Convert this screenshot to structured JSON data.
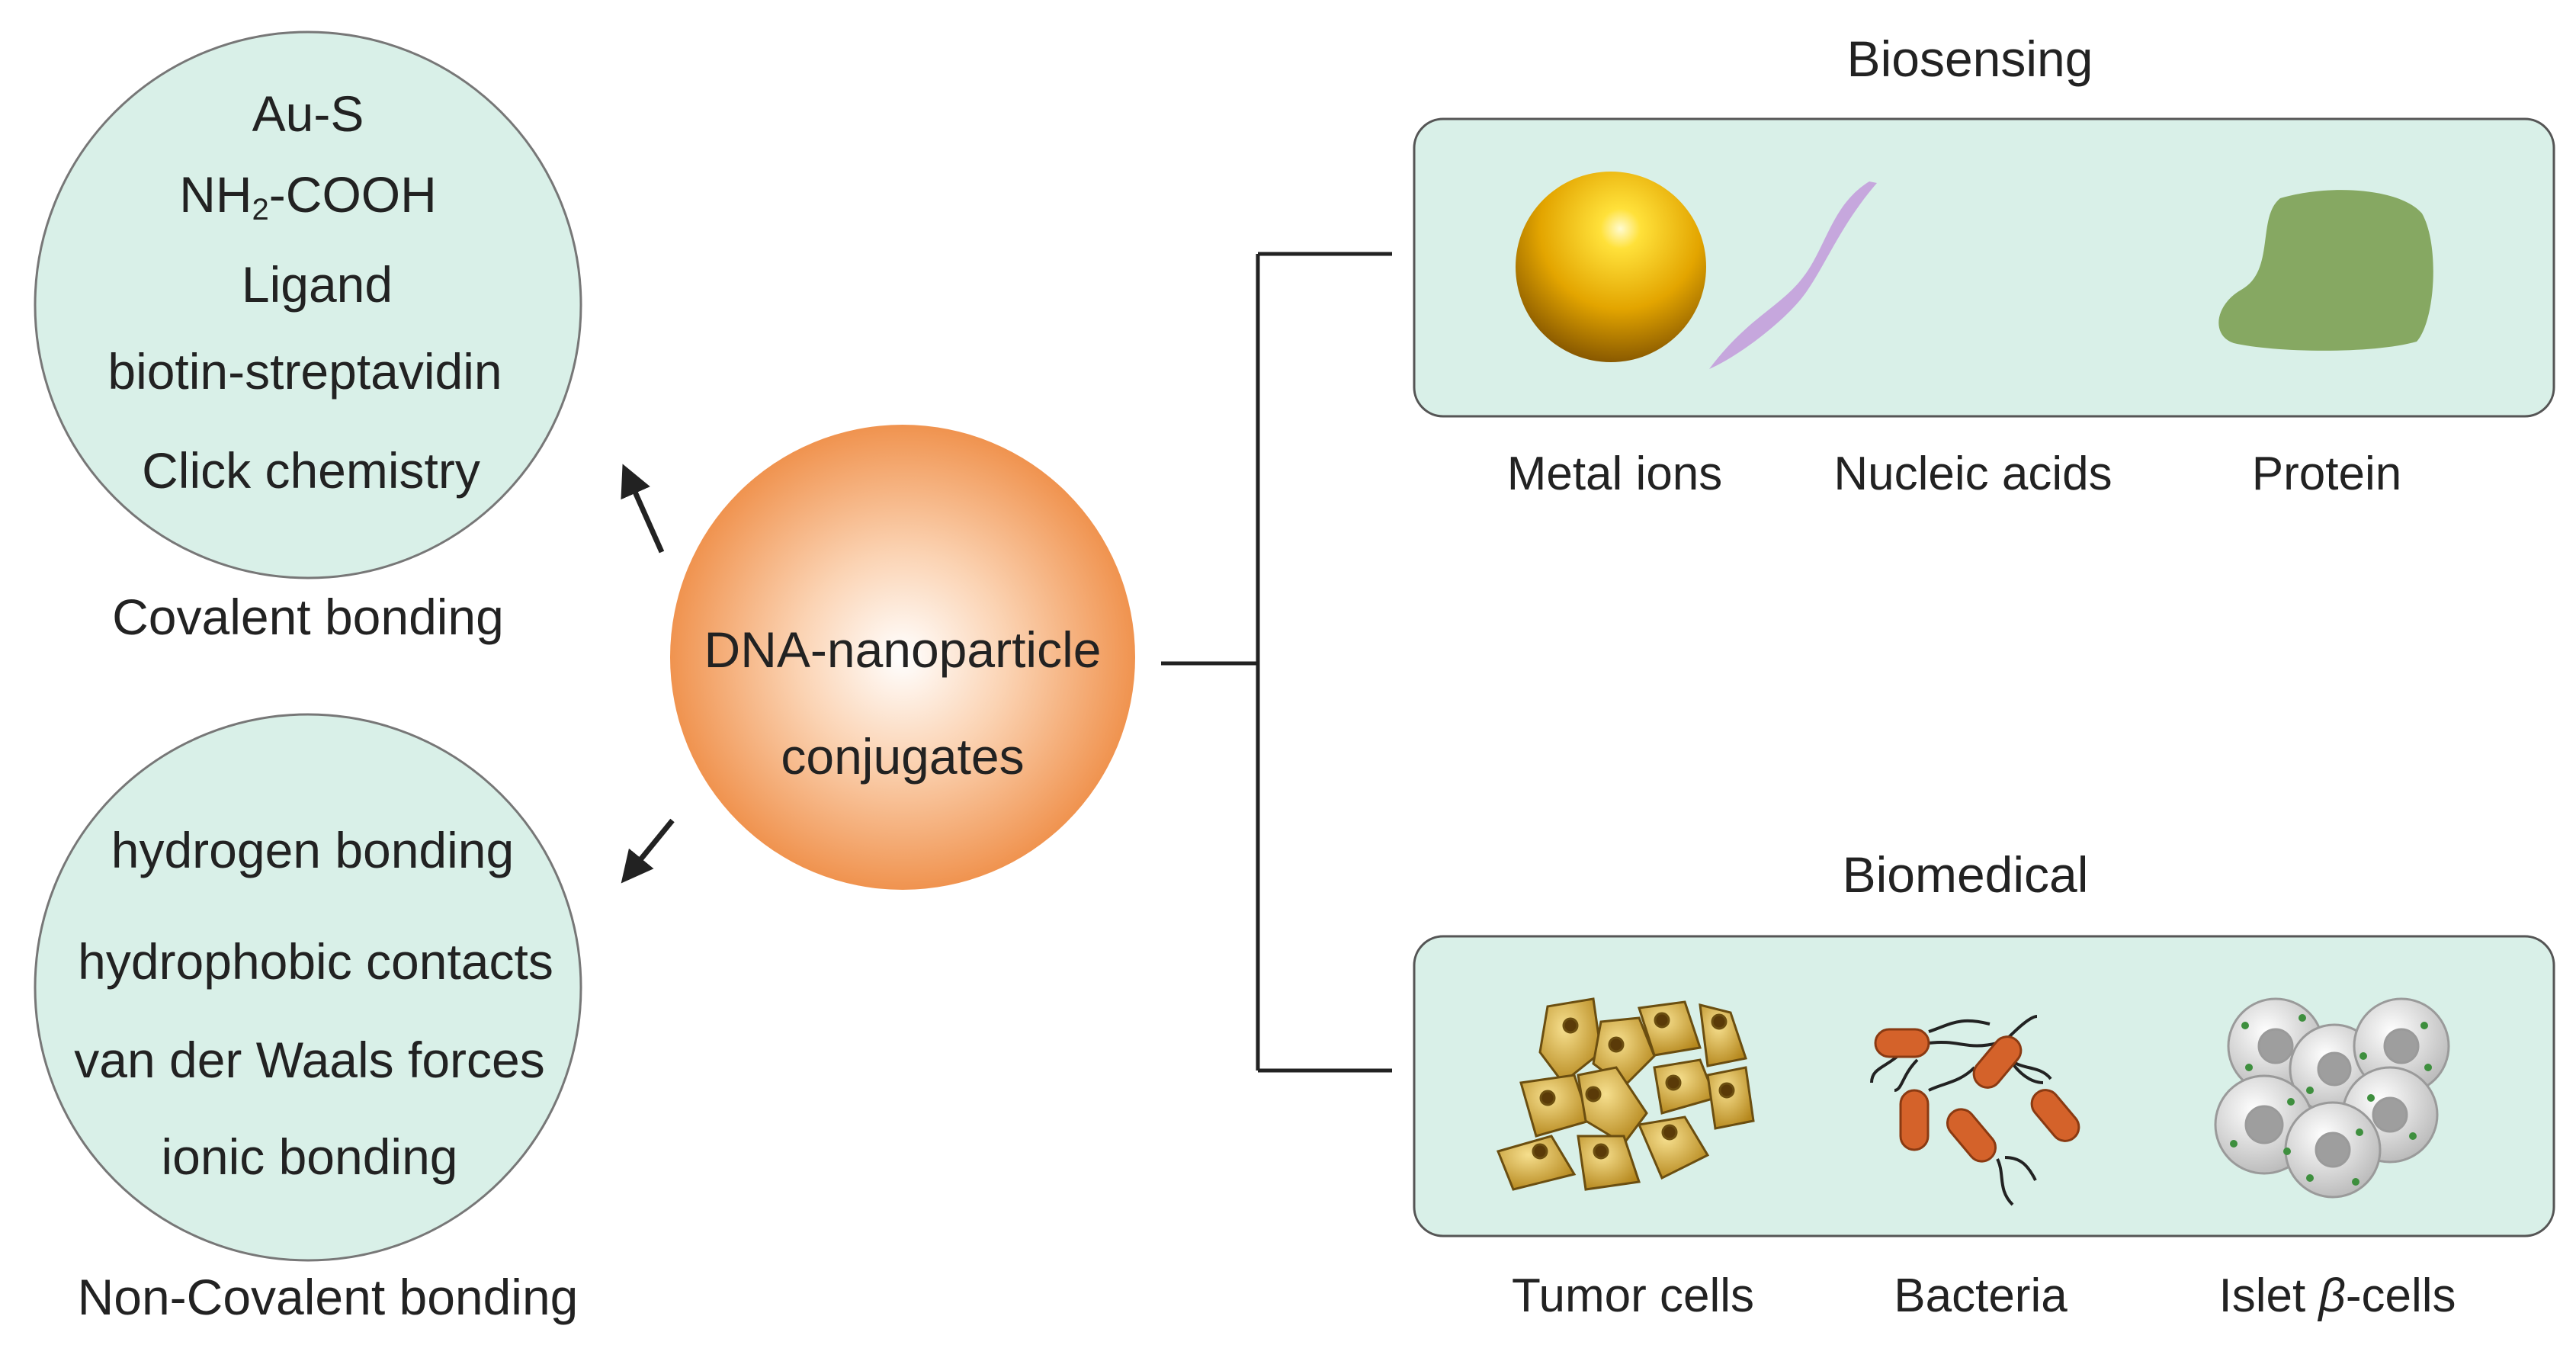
{
  "colors": {
    "panel_fill": "#d9f0e8",
    "panel_stroke": "#555555",
    "center_fill": "#f29a5c",
    "line": "#222222",
    "gold": "#e0a300",
    "strand": "#c6a7dd",
    "protein": "#86a862",
    "cell": "#c9a02a",
    "bacteria": "#d4622a",
    "islet": "#bdbdbd",
    "granule": "#3e8f3e"
  },
  "center": {
    "line1": "DNA-nanoparticle",
    "line2": "conjugates"
  },
  "covalent": {
    "items": [
      "Au-S",
      "NH",
      "2",
      "-COOH",
      "Ligand",
      "biotin-streptavidin",
      "Click chemistry"
    ],
    "label": "Covalent bonding"
  },
  "noncovalent": {
    "items": [
      "hydrogen bonding",
      "hydrophobic contacts",
      "van der Waals forces",
      "ionic bonding"
    ],
    "label": "Non-Covalent bonding"
  },
  "biosensing": {
    "title": "Biosensing",
    "labels": [
      "Metal ions",
      "Nucleic acids",
      "Protein"
    ],
    "icons": [
      "gold-sphere-icon",
      "nucleic-acid-strand-icon",
      "protein-blob-icon"
    ]
  },
  "biomedical": {
    "title": "Biomedical",
    "labels": [
      "Tumor cells",
      "Bacteria",
      "Islet ",
      "β",
      "-cells"
    ],
    "icons": [
      "tumor-cells-icon",
      "bacteria-icon",
      "islet-cells-icon"
    ]
  }
}
